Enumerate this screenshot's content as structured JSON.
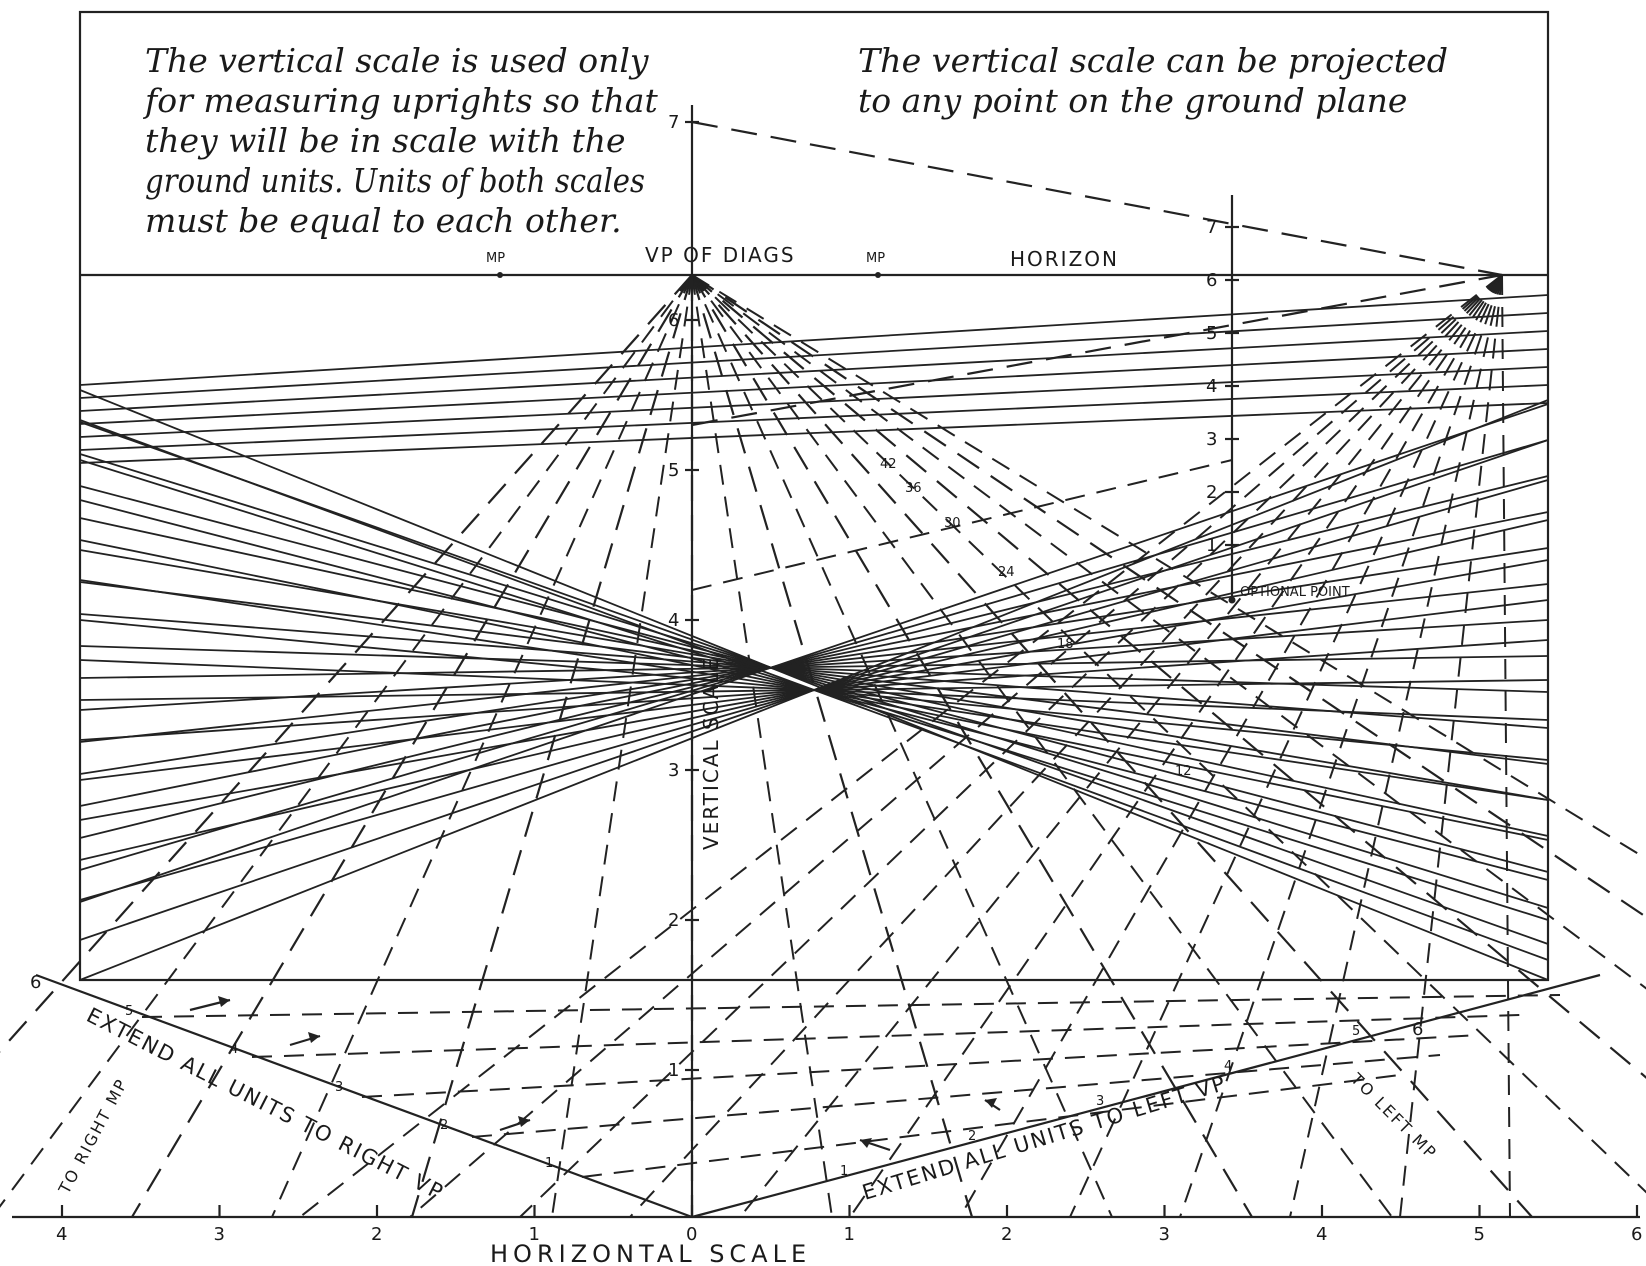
{
  "notes": {
    "left": [
      "The vertical scale is used only",
      "for measuring uprights so that",
      "they will be in scale with the",
      "ground units. Units of both scales",
      "must be equal to each other."
    ],
    "right": [
      "The vertical scale can be projected",
      "to any point on the ground plane"
    ]
  },
  "horizon": {
    "mp_left": "MP",
    "vp_diags": "VP OF DIAGS",
    "mp_right": "MP",
    "label": "HORIZON"
  },
  "vertical_scale": {
    "label": "VERTICAL SCALE",
    "ticks": [
      "1",
      "2",
      "3",
      "4",
      "5",
      "6",
      "7"
    ]
  },
  "optional_scale": {
    "label": "OPTIONAL POINT",
    "ticks": [
      "1",
      "2",
      "3",
      "4",
      "5",
      "6",
      "7"
    ]
  },
  "diagonal_values": [
    "12",
    "18",
    "24",
    "30",
    "36",
    "42"
  ],
  "horizontal_scale": {
    "label": "HORIZONTAL SCALE",
    "ticks": [
      "4",
      "3",
      "2",
      "1",
      "0",
      "1",
      "2",
      "3",
      "4",
      "5",
      "6"
    ]
  },
  "left_edge": {
    "end": "6",
    "units": [
      "5",
      "4",
      "3",
      "2",
      "1"
    ],
    "label": "EXTEND ALL UNITS TO RIGHT VP",
    "mp_label": "TO RIGHT MP"
  },
  "right_edge": {
    "end": "6",
    "units": [
      "1",
      "2",
      "3",
      "4",
      "5"
    ],
    "label": "EXTEND ALL UNITS TO LEFT VP",
    "mp_label": "TO LEFT MP"
  }
}
